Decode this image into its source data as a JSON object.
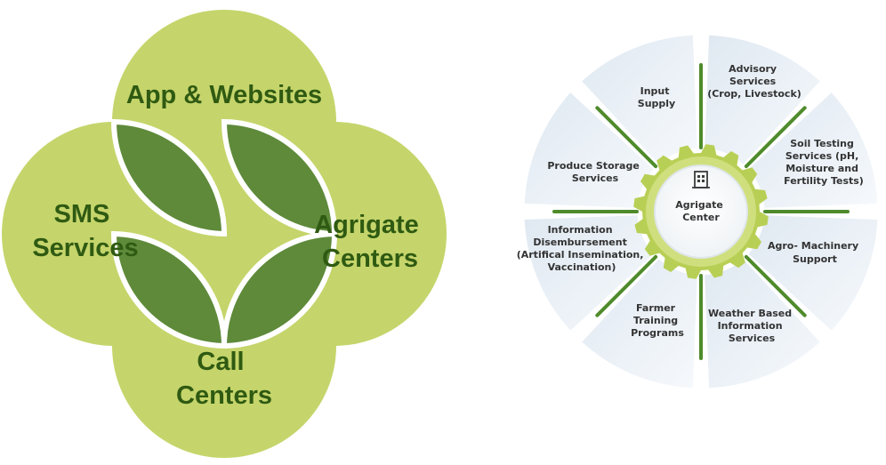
{
  "venn": {
    "top": "App & Websites",
    "left": [
      "SMS",
      "Services"
    ],
    "right": [
      "Agrigate",
      "Centers"
    ],
    "bottom": [
      "Call",
      "Centers"
    ],
    "colors": {
      "circle": "#c5d56b",
      "petal": "#5e8a3a",
      "text": "#2f5a12",
      "outline": "#ffffff"
    }
  },
  "wheel": {
    "hub": [
      "Agrigate",
      "Center"
    ],
    "hub_icon": "building-icon",
    "segments": [
      {
        "id": "input-supply",
        "lines": [
          "Input",
          "Supply"
        ]
      },
      {
        "id": "advisory",
        "lines": [
          "Advisory",
          "Services",
          "(Crop, Livestock)"
        ]
      },
      {
        "id": "soil-testing",
        "lines": [
          "Soil Testing",
          "Services (pH,",
          "Moisture and",
          "Fertility Tests)"
        ]
      },
      {
        "id": "agro-machinery",
        "lines": [
          "Agro- Machinery",
          "Support"
        ]
      },
      {
        "id": "weather",
        "lines": [
          "Weather Based",
          "Information",
          "Services"
        ]
      },
      {
        "id": "farmer-training",
        "lines": [
          "Farmer",
          "Training",
          "Programs"
        ]
      },
      {
        "id": "information",
        "lines": [
          "Information",
          "Disembursement",
          "(Artifical Insemination,",
          "Vaccination)"
        ]
      },
      {
        "id": "produce-storage",
        "lines": [
          "Produce Storage",
          "Services"
        ]
      }
    ],
    "colors": {
      "segment": "#e6eef5",
      "spoke": "#4f8b2c",
      "gear": "#b8cf55",
      "hub": "#ffffff",
      "icon": "#3b3b3b"
    }
  }
}
